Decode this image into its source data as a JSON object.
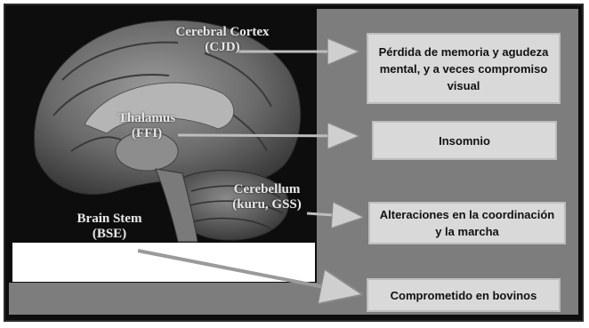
{
  "regions": {
    "cerebral_cortex": {
      "name": "Cerebral Cortex",
      "disease": "(CJD)"
    },
    "thalamus": {
      "name": "Thalamus",
      "disease": "(FFI)"
    },
    "cerebellum": {
      "name": "Cerebellum",
      "disease": "(kuru, GSS)"
    },
    "brain_stem": {
      "name": "Brain Stem",
      "disease": "(BSE)"
    }
  },
  "effects": {
    "memory": "Pérdida de memoria y agudeza mental, y a veces compromiso visual",
    "insomnia": "Insomnio",
    "coordination": "Alteraciones en la  coordinación y la marcha",
    "bovine": "Comprometido en bovinos"
  }
}
